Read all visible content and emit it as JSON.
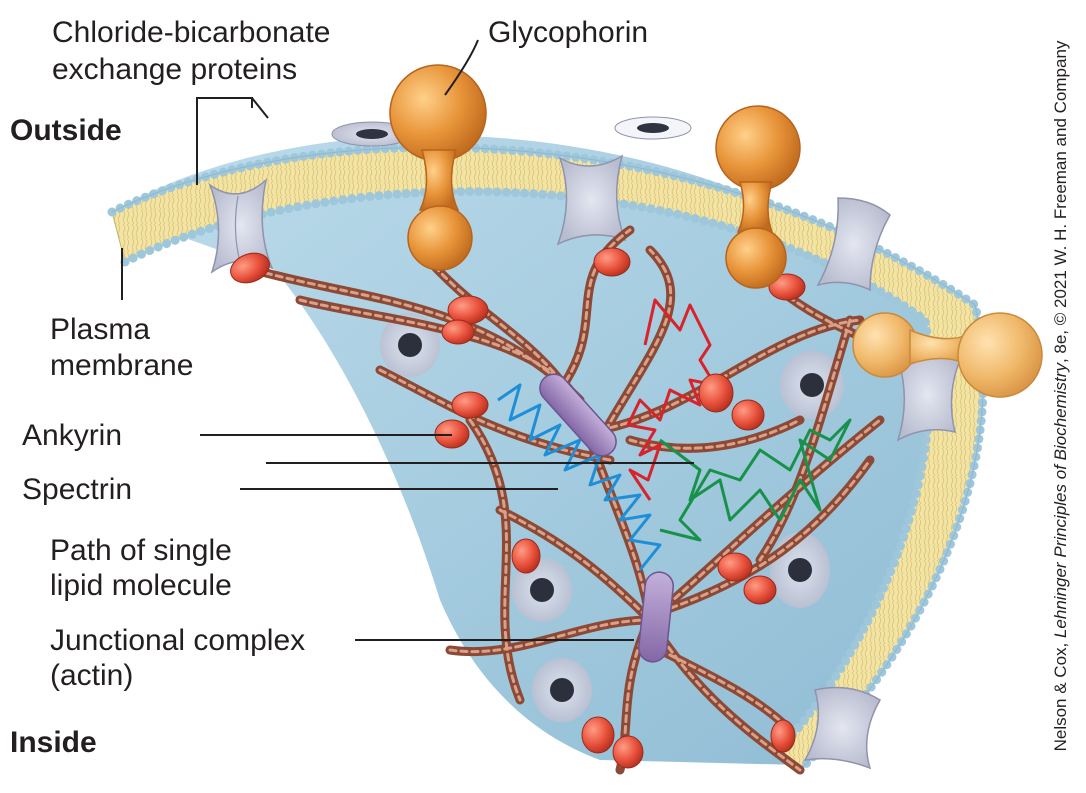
{
  "labels": {
    "chloride_line1": "Chloride-bicarbonate",
    "chloride_line2": "exchange proteins",
    "glycophorin": "Glycophorin",
    "outside": "Outside",
    "inside": "Inside",
    "plasma_line1": "Plasma",
    "plasma_line2": "membrane",
    "ankyrin": "Ankyrin",
    "spectrin": "Spectrin",
    "path_line1": "Path of single",
    "path_line2": "lipid molecule",
    "junction_line1": "Junctional complex",
    "junction_line2": "(actin)"
  },
  "credit": {
    "authors": "Nelson & Cox, ",
    "book": "Lehninger Principles of Biochemistry",
    "rest": ", 8e, © 2021 W. H. Freeman and Company"
  },
  "colors": {
    "cytoplasm": "#a9cde0",
    "bilayer": "#f2e3a0",
    "head_beads": "#9ec7dc",
    "glycophorin": "#e8953a",
    "exchange_protein": "#c9ccdc",
    "ankyrin": "#e8513c",
    "spectrin": "#b5715a",
    "actin": "#9b83b8",
    "lipid_path_red": "#d8232a",
    "lipid_path_blue": "#1e8fd6",
    "lipid_path_green": "#18924a"
  }
}
